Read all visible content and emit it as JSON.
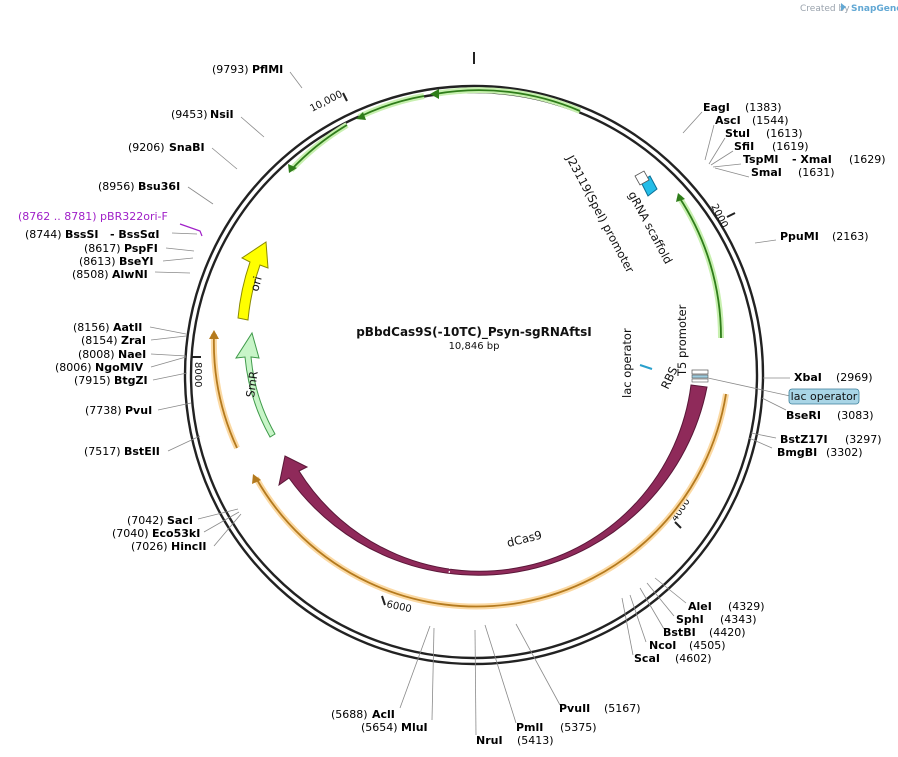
{
  "credit": {
    "prefix": "Created by",
    "brand": "SnapGene"
  },
  "plasmid": {
    "name": "pBbdCas9S(-10TC)_Psyn-sgRNAftsI",
    "size": "10,846 bp"
  },
  "ticks": [
    "10,000",
    "2000",
    "4000",
    "6000",
    "8000"
  ],
  "features": [
    {
      "id": "dCas9",
      "label": "dCas9",
      "color": "#8f2a5a"
    },
    {
      "id": "SmR",
      "label": "SmR",
      "color": "#c8f5c8"
    },
    {
      "id": "ori",
      "label": "ori",
      "color": "#ffff00"
    },
    {
      "id": "gRNA",
      "label": "gRNA scaffold",
      "color": "#24bde8"
    },
    {
      "id": "J23119",
      "label": "J23119(SpeI) promoter",
      "color": "#ffffff"
    },
    {
      "id": "T5",
      "label": "T5 promoter",
      "color": "#ffffff"
    },
    {
      "id": "lacop",
      "label": "lac operator",
      "color": "#9ecde0"
    },
    {
      "id": "RBS",
      "label": "RBS",
      "color": "#ffffff"
    }
  ],
  "primer": {
    "label": "(8762 .. 8781)  pBR322ori-F",
    "color": "#a020c8"
  },
  "callout": {
    "label": "lac operator",
    "color": "#a9d5e6"
  },
  "sites_right": [
    {
      "name": "EagI",
      "pos": "(1383)"
    },
    {
      "name": "AscI",
      "pos": "(1544)"
    },
    {
      "name": "StuI",
      "pos": "(1613)"
    },
    {
      "name": "SfiI",
      "pos": "(1619)"
    },
    {
      "name": "TspMI",
      "extra": "- XmaI",
      "pos": "(1629)"
    },
    {
      "name": "SmaI",
      "pos": "(1631)"
    },
    {
      "name": "PpuMI",
      "pos": "(2163)"
    },
    {
      "name": "XbaI",
      "pos": "(2969)"
    },
    {
      "name": "BseRI",
      "pos": "(3083)"
    },
    {
      "name": "BstZ17I",
      "pos": "(3297)"
    },
    {
      "name": "BmgBI",
      "pos": "(3302)"
    },
    {
      "name": "AleI",
      "pos": "(4329)"
    },
    {
      "name": "SphI",
      "pos": "(4343)"
    },
    {
      "name": "BstBI",
      "pos": "(4420)"
    },
    {
      "name": "NcoI",
      "pos": "(4505)"
    },
    {
      "name": "ScaI",
      "pos": "(4602)"
    },
    {
      "name": "PvuII",
      "pos": "(5167)"
    },
    {
      "name": "PmlI",
      "pos": "(5375)"
    },
    {
      "name": "NruI",
      "pos": "(5413)"
    }
  ],
  "sites_left": [
    {
      "name": "PflMI",
      "pos": "(9793)"
    },
    {
      "name": "NsiI",
      "pos": "(9453)"
    },
    {
      "name": "SnaBI",
      "pos": "(9206)"
    },
    {
      "name": "Bsu36I",
      "pos": "(8956)"
    },
    {
      "name": "BssSI",
      "extra": "- BssSαI",
      "pos": "(8744)"
    },
    {
      "name": "PspFI",
      "pos": "(8617)"
    },
    {
      "name": "BseYI",
      "pos": "(8613)"
    },
    {
      "name": "AlwNI",
      "pos": "(8508)"
    },
    {
      "name": "AatII",
      "pos": "(8156)"
    },
    {
      "name": "ZraI",
      "pos": "(8154)"
    },
    {
      "name": "NaeI",
      "pos": "(8008)"
    },
    {
      "name": "NgoMIV",
      "pos": "(8006)"
    },
    {
      "name": "BtgZI",
      "pos": "(7915)"
    },
    {
      "name": "PvuI",
      "pos": "(7738)"
    },
    {
      "name": "BstEII",
      "pos": "(7517)"
    },
    {
      "name": "SacI",
      "pos": "(7042)"
    },
    {
      "name": "Eco53kI",
      "pos": "(7040)"
    },
    {
      "name": "HincII",
      "pos": "(7026)"
    },
    {
      "name": "AclI",
      "pos": "(5688)"
    },
    {
      "name": "MluI",
      "pos": "(5654)"
    }
  ]
}
